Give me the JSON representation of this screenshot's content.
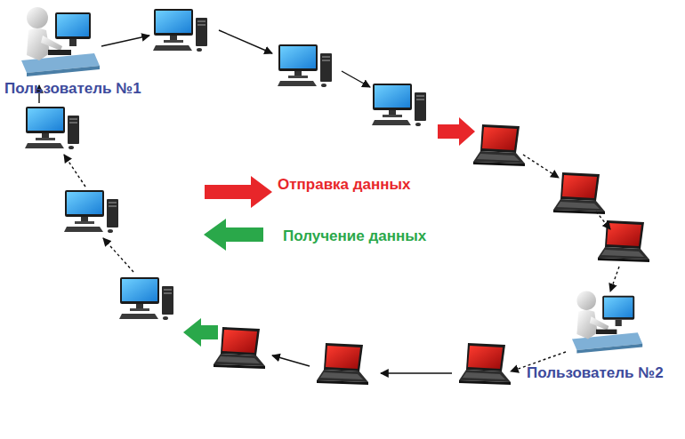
{
  "diagram": {
    "nodes": [
      {
        "text": [
          "Пользователь №1"
        ]
      },
      {
        "text": [
          "Пользователь №2"
        ]
      }
    ],
    "legend": [
      {
        "text": "Отправка данных"
      },
      {
        "text": "Получение данных"
      }
    ]
  }
}
